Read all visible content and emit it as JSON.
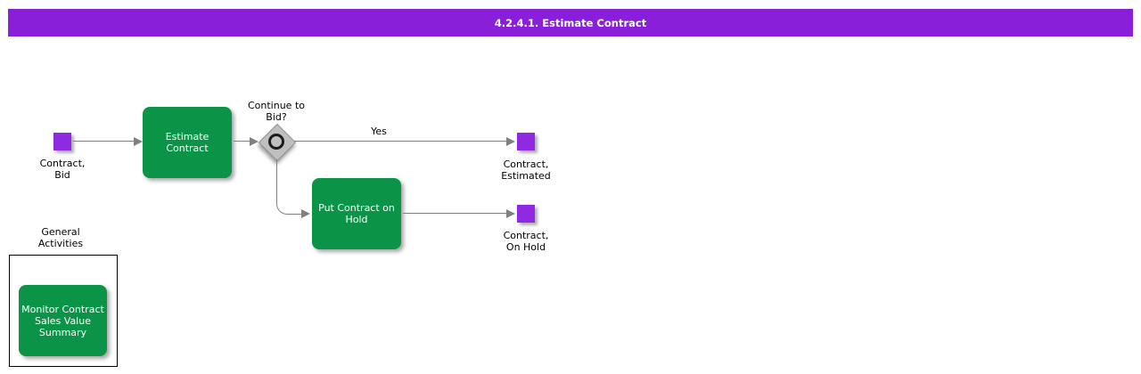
{
  "header": {
    "title": "4.2.4.1. Estimate Contract"
  },
  "colors": {
    "title_bg": "#8a1fd9",
    "node_green": "#0b9447",
    "event_purple": "#8e2be2",
    "line_gray": "#808080",
    "diamond_silver": "#bfbfbf"
  },
  "flow": {
    "start_event": {
      "label": "Contract,\nBid"
    },
    "estimate_activity": {
      "label": "Estimate\nContract"
    },
    "decision": {
      "label": "Continue to\nBid?"
    },
    "yes_branch": {
      "label": "Yes"
    },
    "estimated_event": {
      "label": "Contract,\nEstimated"
    },
    "hold_activity": {
      "label": "Put Contract on\nHold"
    },
    "onhold_event": {
      "label": "Contract,\nOn Hold"
    }
  },
  "general_activities": {
    "heading": "General\nActivities",
    "monitor_activity": {
      "label": "Monitor Contract\nSales Value\nSummary"
    }
  }
}
